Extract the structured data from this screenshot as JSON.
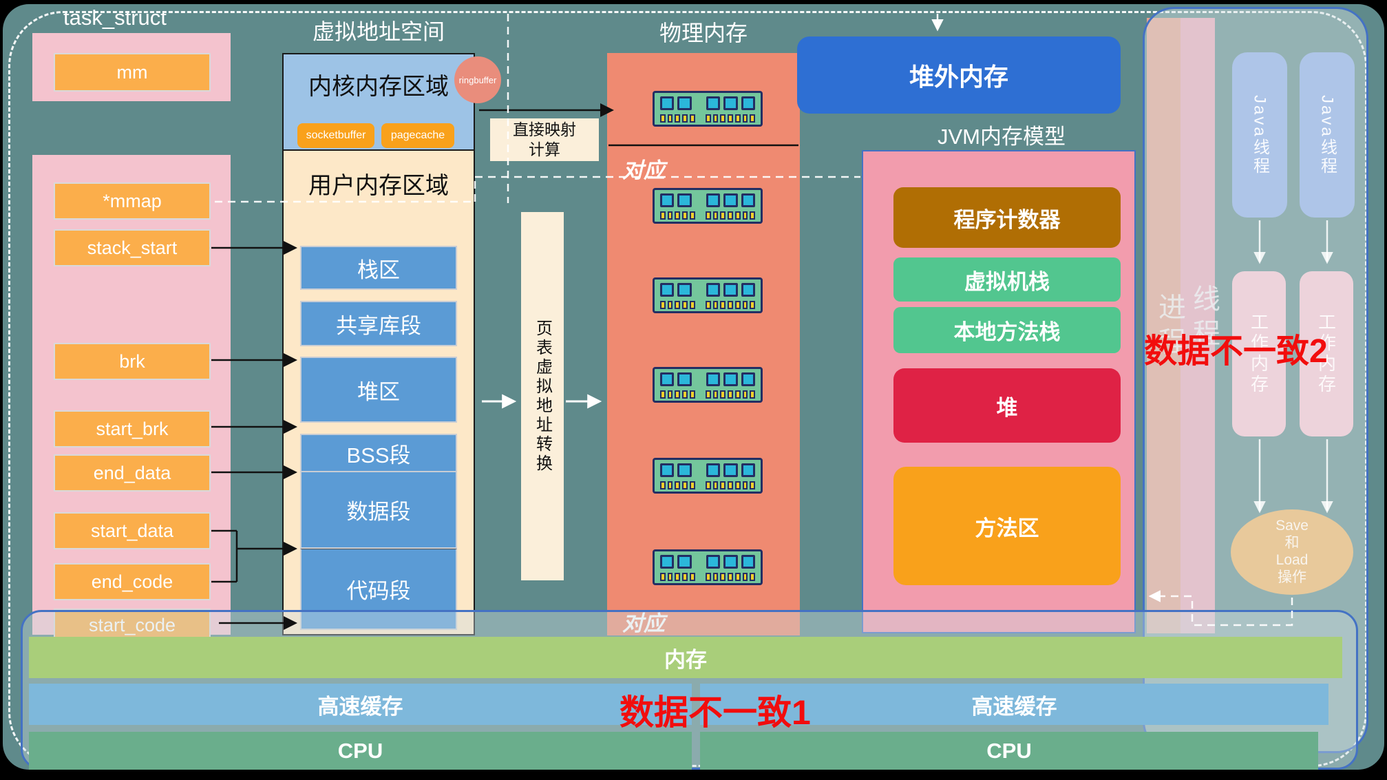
{
  "diagram": {
    "task_struct": {
      "title": "task_struct",
      "fields": [
        "mm",
        "*mmap",
        "stack_start",
        "brk",
        "start_brk",
        "end_data",
        "start_data",
        "end_code",
        "start_code"
      ]
    },
    "vas": {
      "title": "虚拟地址空间",
      "kernel": "内核内存区域",
      "socketbuffer": "socketbuffer",
      "pagecache": "pagecache",
      "ringbuffer": "ringbuffer",
      "user": "用户内存区域",
      "segments": [
        "栈区",
        "共享库段",
        "堆区",
        "BSS段",
        "数据段",
        "代码段"
      ]
    },
    "mapping": {
      "direct_line1": "直接映射",
      "direct_line2": "计算",
      "page_table": "页表虚拟地址转换"
    },
    "physical": {
      "title": "物理内存",
      "correspond_top": "对应",
      "correspond_bottom": "对应"
    },
    "jvm": {
      "offheap": "堆外内存",
      "title": "JVM内存模型",
      "boxes": [
        "程序计数器",
        "虚拟机栈",
        "本地方法栈",
        "堆",
        "方法区"
      ]
    },
    "right": {
      "process": "进程",
      "thread": "线程",
      "java_threads": [
        "Java线程",
        "Java线程"
      ],
      "working": [
        "工作内存",
        "工作内存"
      ],
      "save_load": [
        "Save",
        "和",
        "Load",
        "操作"
      ]
    },
    "bottom": {
      "memory": "内存",
      "cache": [
        "高速缓存",
        "高速缓存"
      ],
      "cpu": [
        "CPU",
        "CPU"
      ]
    },
    "alerts": {
      "a1": "数据不一致1",
      "a2": "数据不一致2"
    }
  },
  "colors": {
    "background": "#5F8A8B",
    "task_pink": "#F4C3CE",
    "field_orange": "#FBAE4B",
    "kernel_blue": "#9DC3E6",
    "user_cream": "#FDE8C8",
    "segment_blue": "#5B9BD5",
    "tag_orange": "#F9A11B",
    "ringbuffer_salmon": "#E98D7C",
    "physical_salmon": "#EF8A71",
    "offheap_blue": "#2E6FD3",
    "jvm_pink": "#F29CAD",
    "pc_brown": "#B06E04",
    "stack_green": "#52C68F",
    "heap_red": "#DF2245",
    "method_orange": "#F9A11B",
    "memory_bar_green": "#A9CE7A",
    "cache_bar_blue": "#7EB8DB",
    "cpu_bar_green": "#6AAE8C",
    "overlay_border_blue": "#4472C4",
    "alert_red": "#F20D0D"
  }
}
